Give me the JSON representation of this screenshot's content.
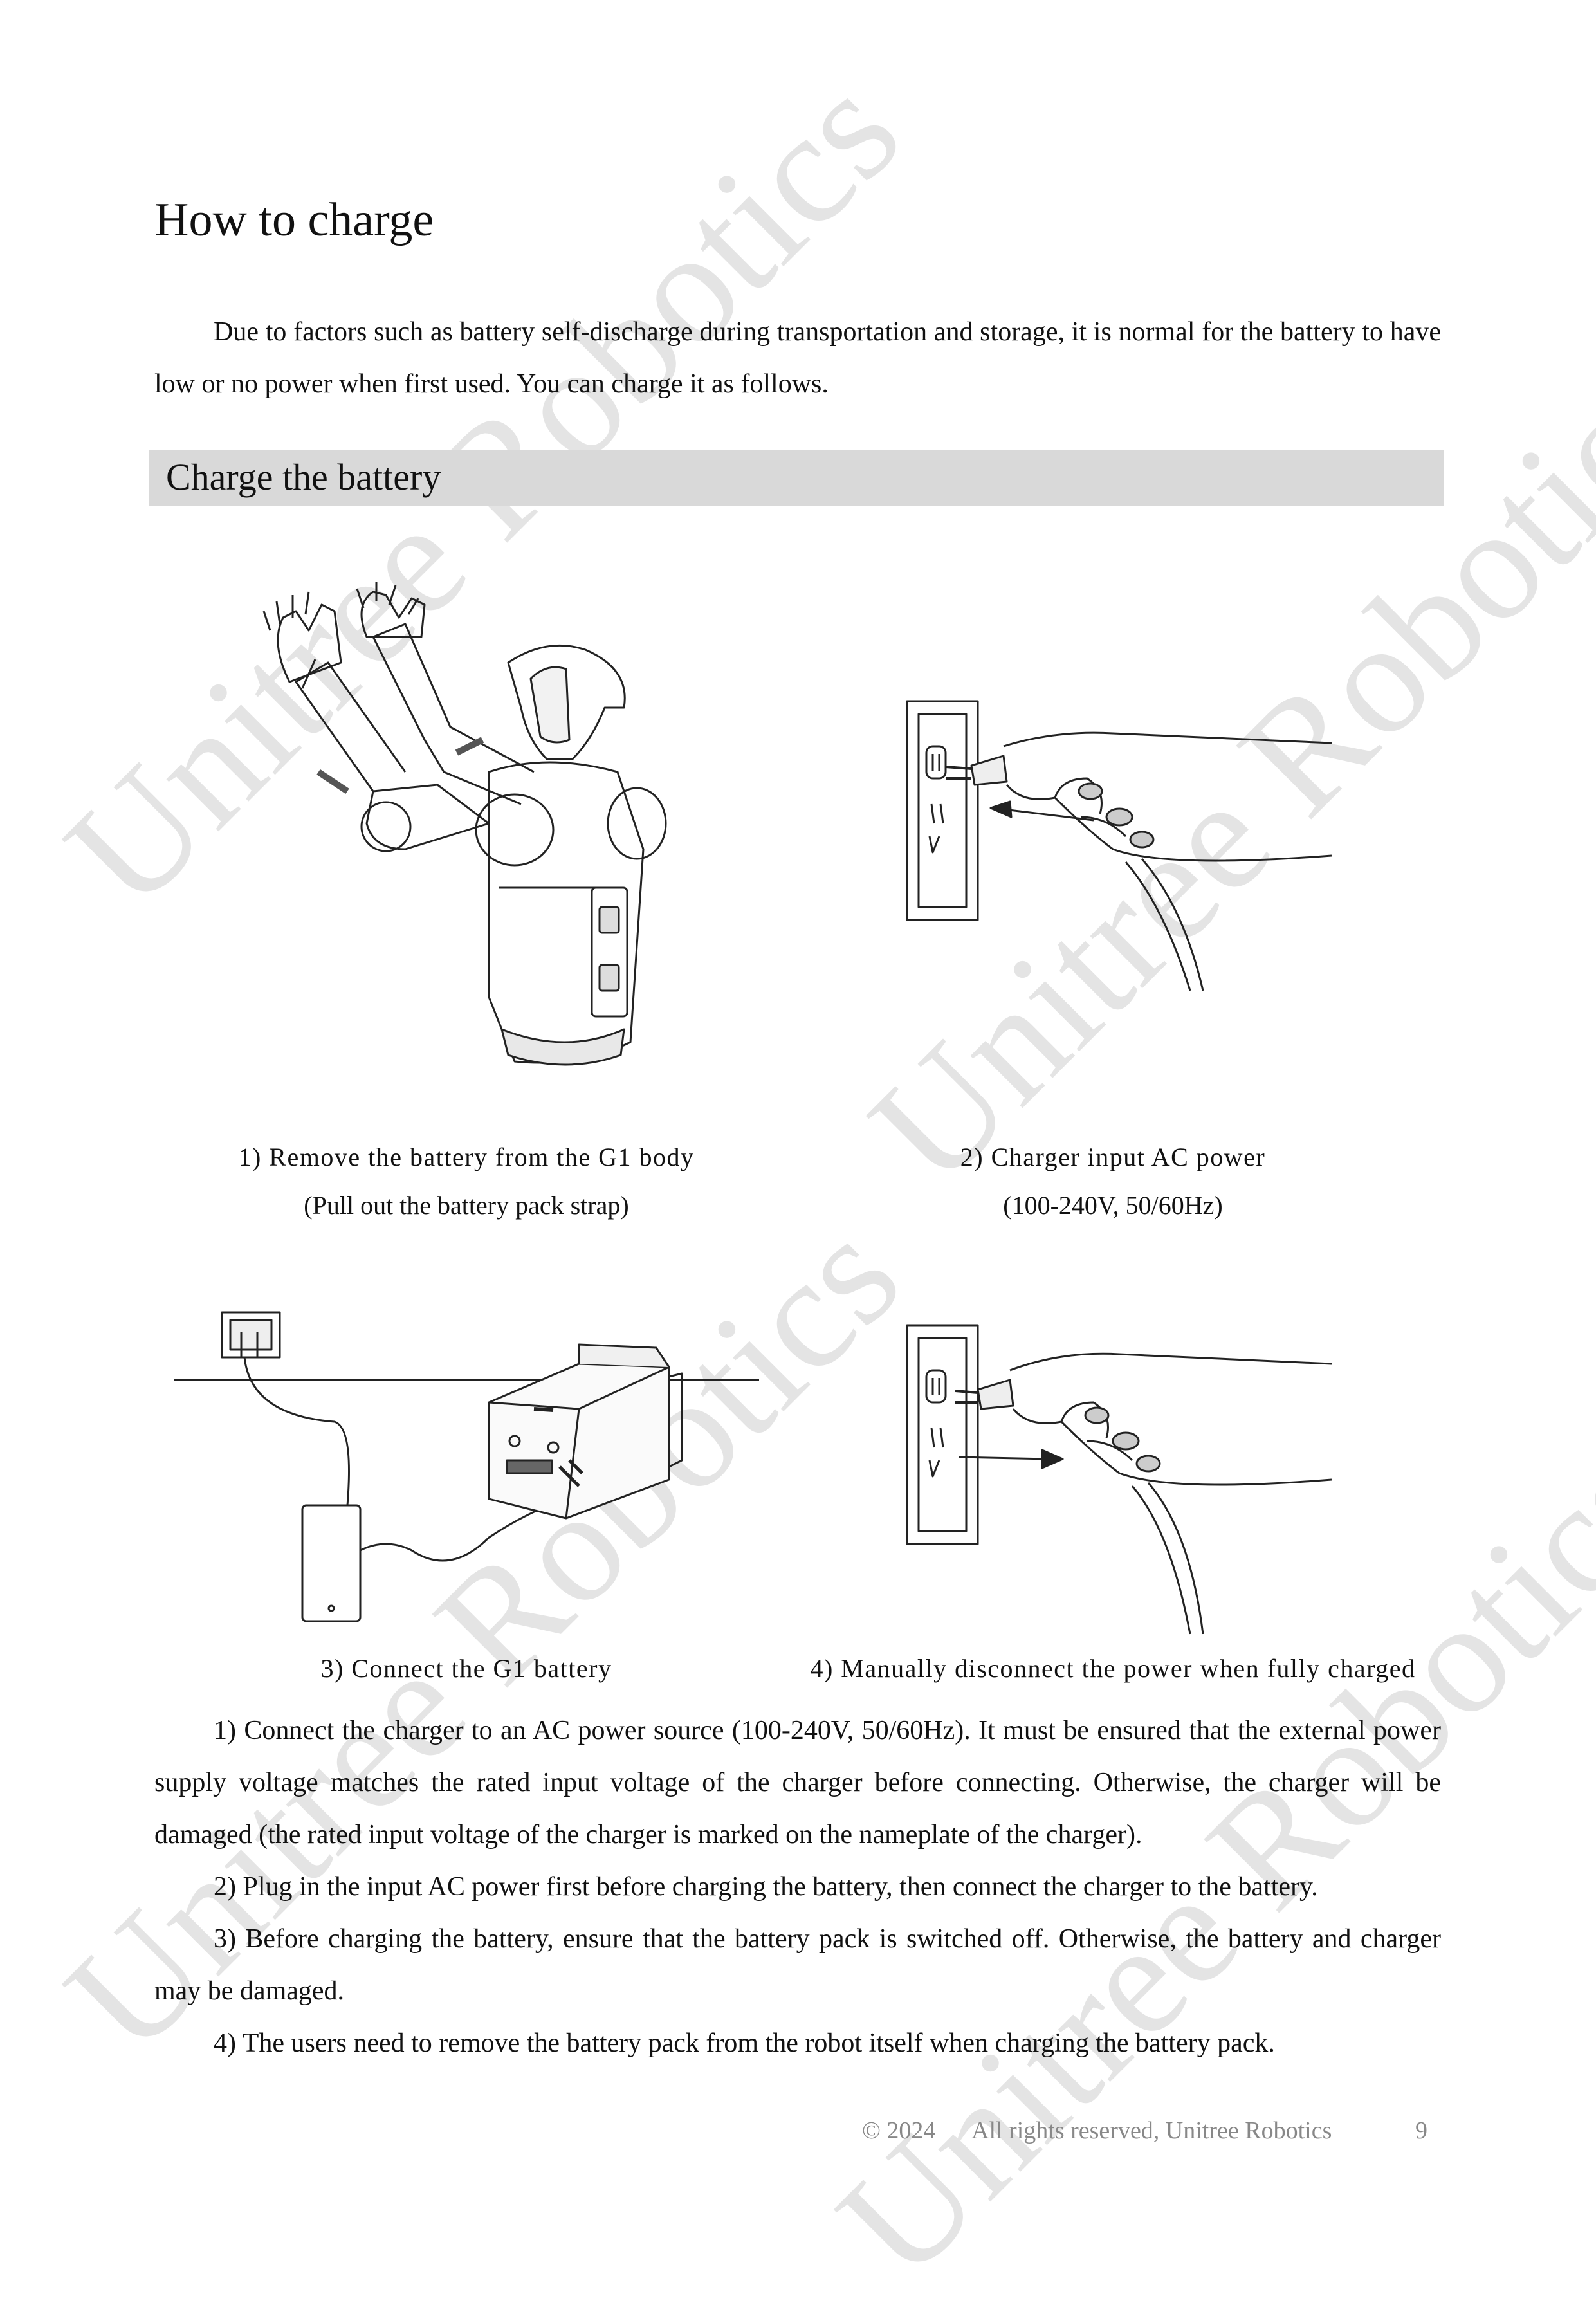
{
  "page": {
    "title": "How to charge",
    "intro": "Due to factors such as battery self-discharge during transportation and storage, it is normal for the battery to have low or no power when first used. You can charge it as follows.",
    "section_title": "Charge the battery",
    "watermark": "Unitree Robotics",
    "figures": [
      {
        "caption": "1) Remove the battery from the G1 body",
        "subcaption": "(Pull out the battery pack strap)"
      },
      {
        "caption": "2) Charger input AC power",
        "subcaption": "(100-240V, 50/60Hz)"
      },
      {
        "caption": "3) Connect the G1 battery"
      },
      {
        "caption": "4) Manually disconnect the power when fully charged"
      }
    ],
    "steps": [
      "1) Connect the charger to an AC power source (100-240V, 50/60Hz). It must be ensured that the external power supply voltage matches the rated input voltage of the charger before connecting. Otherwise, the charger will be damaged (the rated input voltage of the charger is marked on the nameplate of the charger).",
      "2) Plug in the input AC power first before charging the battery, then connect the charger to the battery.",
      "3) Before charging the battery, ensure that the battery pack is switched off. Otherwise, the battery and charger may be damaged.",
      "4) The users need to remove the battery pack from the robot itself when charging the battery pack."
    ],
    "footer": {
      "copyright": "© 2024",
      "rights": "All rights reserved, Unitree Robotics",
      "page_number": "9"
    }
  }
}
